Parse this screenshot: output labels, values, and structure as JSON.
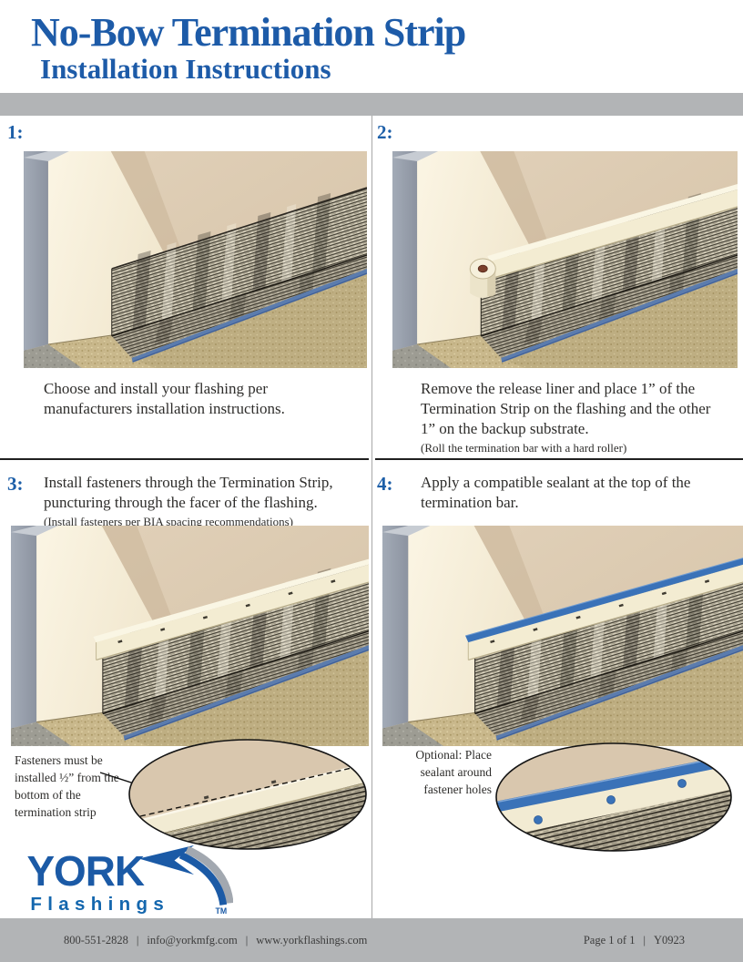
{
  "header": {
    "title": "No-Bow Termination Strip",
    "subtitle": "Installation Instructions"
  },
  "steps": [
    {
      "number": "1:",
      "caption": "Choose and install your flashing per manufacturers installation instructions."
    },
    {
      "number": "2:",
      "caption": "Remove the release liner and place 1” of the Termination Strip on the flashing and the other 1” on the backup substrate.",
      "note": "(Roll the termination bar with a hard roller)"
    },
    {
      "number": "3:",
      "caption": "Install fasteners through the Termination Strip, puncturing through the facer of the flashing.",
      "note": "(Install fasteners per BIA spacing recommendations)",
      "callout": "Fasteners must be installed ½” from the bottom of the termination strip"
    },
    {
      "number": "4:",
      "caption": "Apply a compatible sealant at the top of the termination bar.",
      "callout": "Optional: Place sealant around fastener holes"
    }
  ],
  "logo": {
    "brand": "YORK",
    "sub_brand": "Flashings",
    "trademark": "TM"
  },
  "footer": {
    "phone": "800-551-2828",
    "email": "info@yorkmfg.com",
    "website": "www.yorkflashings.com",
    "separator": "|",
    "page_label": "Page 1 of 1",
    "doc_code": "Y0923"
  },
  "colors": {
    "brand_blue": "#1d5ba8",
    "bar_gray": "#b2b4b6",
    "sealant_blue": "#3a72b8",
    "drip_edge_blue": "#5b7cae"
  }
}
